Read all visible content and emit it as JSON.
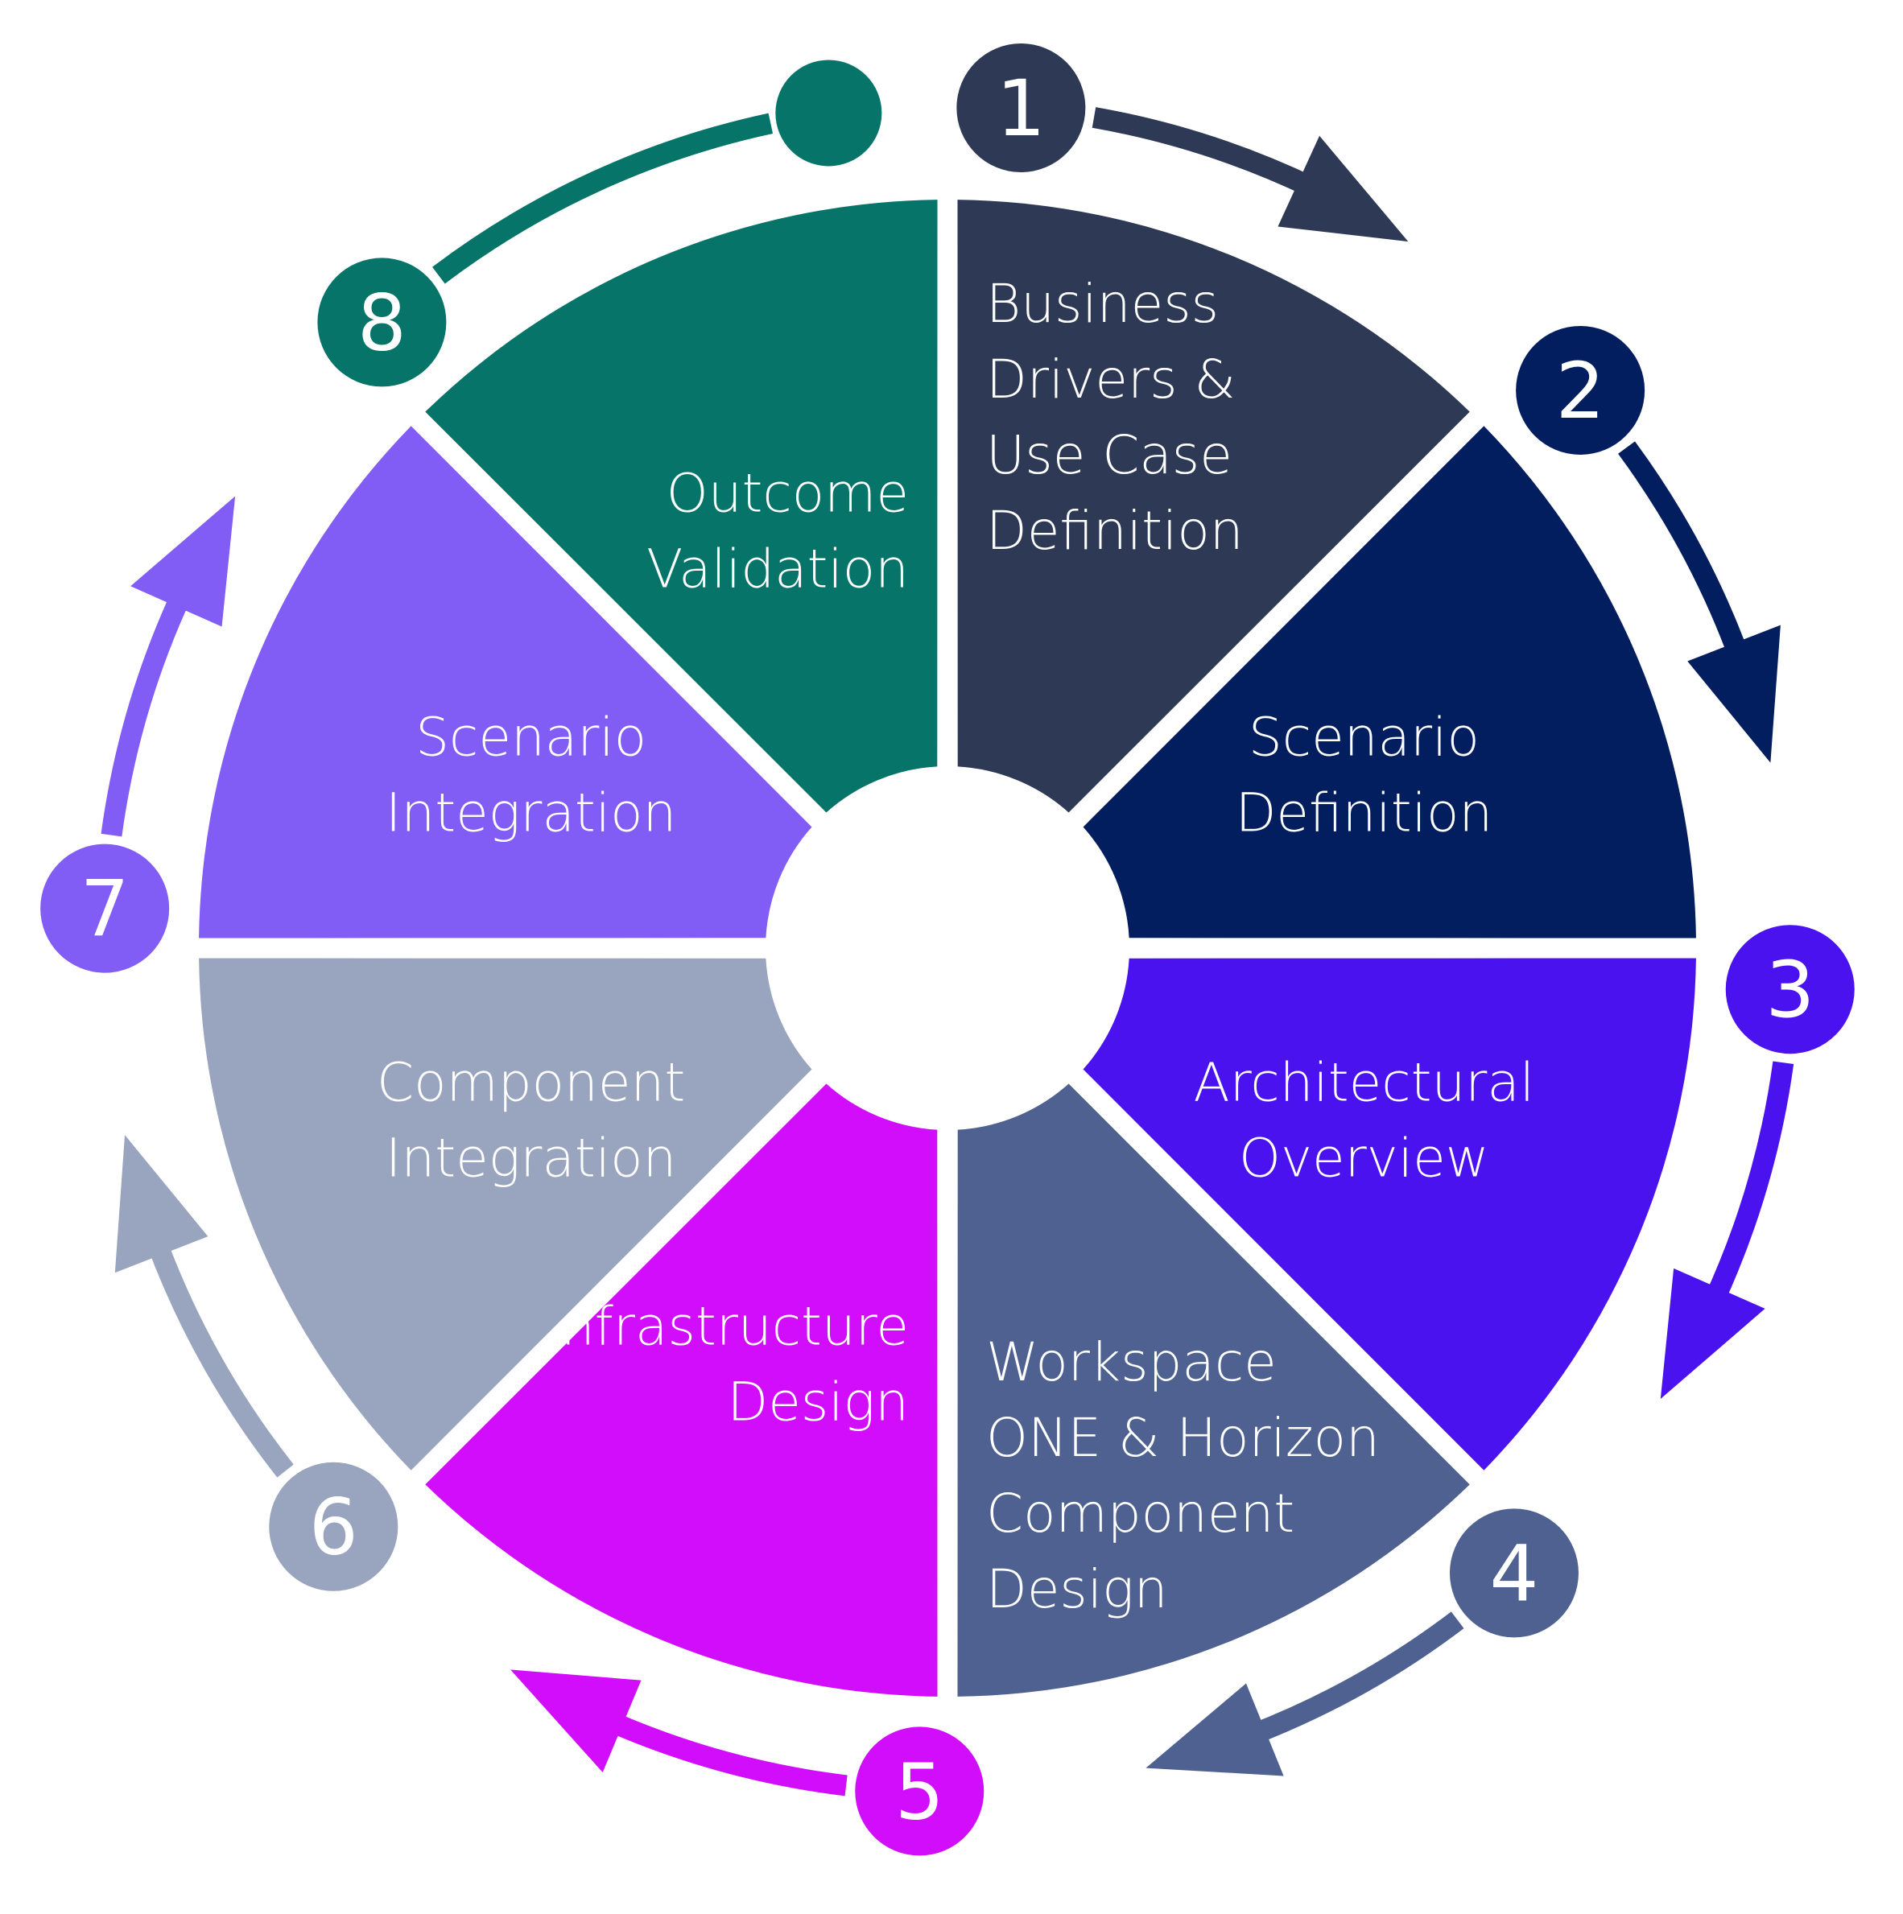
{
  "diagram": {
    "type": "cycle",
    "segments": [
      {
        "step": 1,
        "label_lines": [
          "Business",
          "Drivers &",
          "Use Case",
          "Definition"
        ],
        "color": "#2E3A55",
        "align": "start"
      },
      {
        "step": 2,
        "label_lines": [
          "Scenario",
          "Definition"
        ],
        "color": "#021E5F",
        "align": "middle"
      },
      {
        "step": 3,
        "label_lines": [
          "Architectural",
          "Overview"
        ],
        "color": "#4A12EE",
        "align": "middle"
      },
      {
        "step": 4,
        "label_lines": [
          "Workspace",
          "ONE & Horizon",
          "Component",
          "Design"
        ],
        "color": "#4F6191",
        "align": "start"
      },
      {
        "step": 5,
        "label_lines": [
          "Infrastructure",
          "Design"
        ],
        "color": "#D10DFB",
        "align": "end"
      },
      {
        "step": 6,
        "label_lines": [
          "Component",
          "Integration"
        ],
        "color": "#99A5BE",
        "align": "middle"
      },
      {
        "step": 7,
        "label_lines": [
          "Scenario",
          "Integration"
        ],
        "color": "#815CF5",
        "align": "middle"
      },
      {
        "step": 8,
        "label_lines": [
          "Outcome",
          "Validation"
        ],
        "color": "#067469",
        "align": "end"
      }
    ],
    "steps": [
      {
        "number": "1",
        "color": "#2E3A55"
      },
      {
        "number": "2",
        "color": "#021E5F"
      },
      {
        "number": "3",
        "color": "#4A12EE"
      },
      {
        "number": "4",
        "color": "#4F6191"
      },
      {
        "number": "5",
        "color": "#D10DFB"
      },
      {
        "number": "6",
        "color": "#99A5BE"
      },
      {
        "number": "7",
        "color": "#815CF5"
      },
      {
        "number": "8",
        "color": "#067469"
      }
    ],
    "end_dot_color": "#067469"
  }
}
